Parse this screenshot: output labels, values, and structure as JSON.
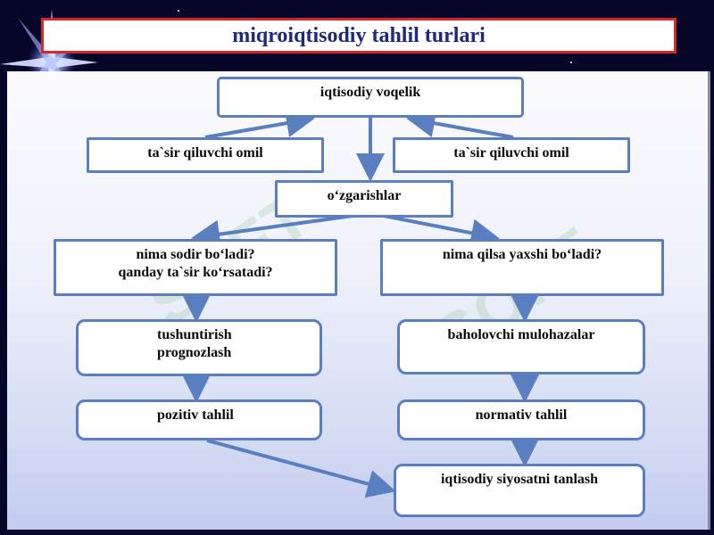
{
  "title": "miqroiqtisodiy tahlil turlari",
  "nodes": {
    "phenomenon": "iqtisodiy voqelik",
    "factor_left": "ta`sir qiluvchi omil",
    "factor_right": "ta`sir qiluvchi omil",
    "changes": "o‘zgarishlar",
    "question_left_1": "nima sodir bo‘ladi?",
    "question_left_2": "qanday ta`sir ko‘rsatadi?",
    "question_right": "nima qilsa yaxshi bo‘ladi?",
    "explain_1": "tushuntirish",
    "explain_2": "prognozlash",
    "evaluative": "baholovchi mulohazalar",
    "positive": "pozitiv tahlil",
    "normative": "normativ tahlil",
    "policy": "iqtisodiy siyosatni tanlash"
  },
  "colors": {
    "background": "#060629",
    "title_border": "#d9262b",
    "title_text": "#1f2a7a",
    "box_border": "#5a7fc0",
    "arrow": "#5a7fc0"
  }
}
